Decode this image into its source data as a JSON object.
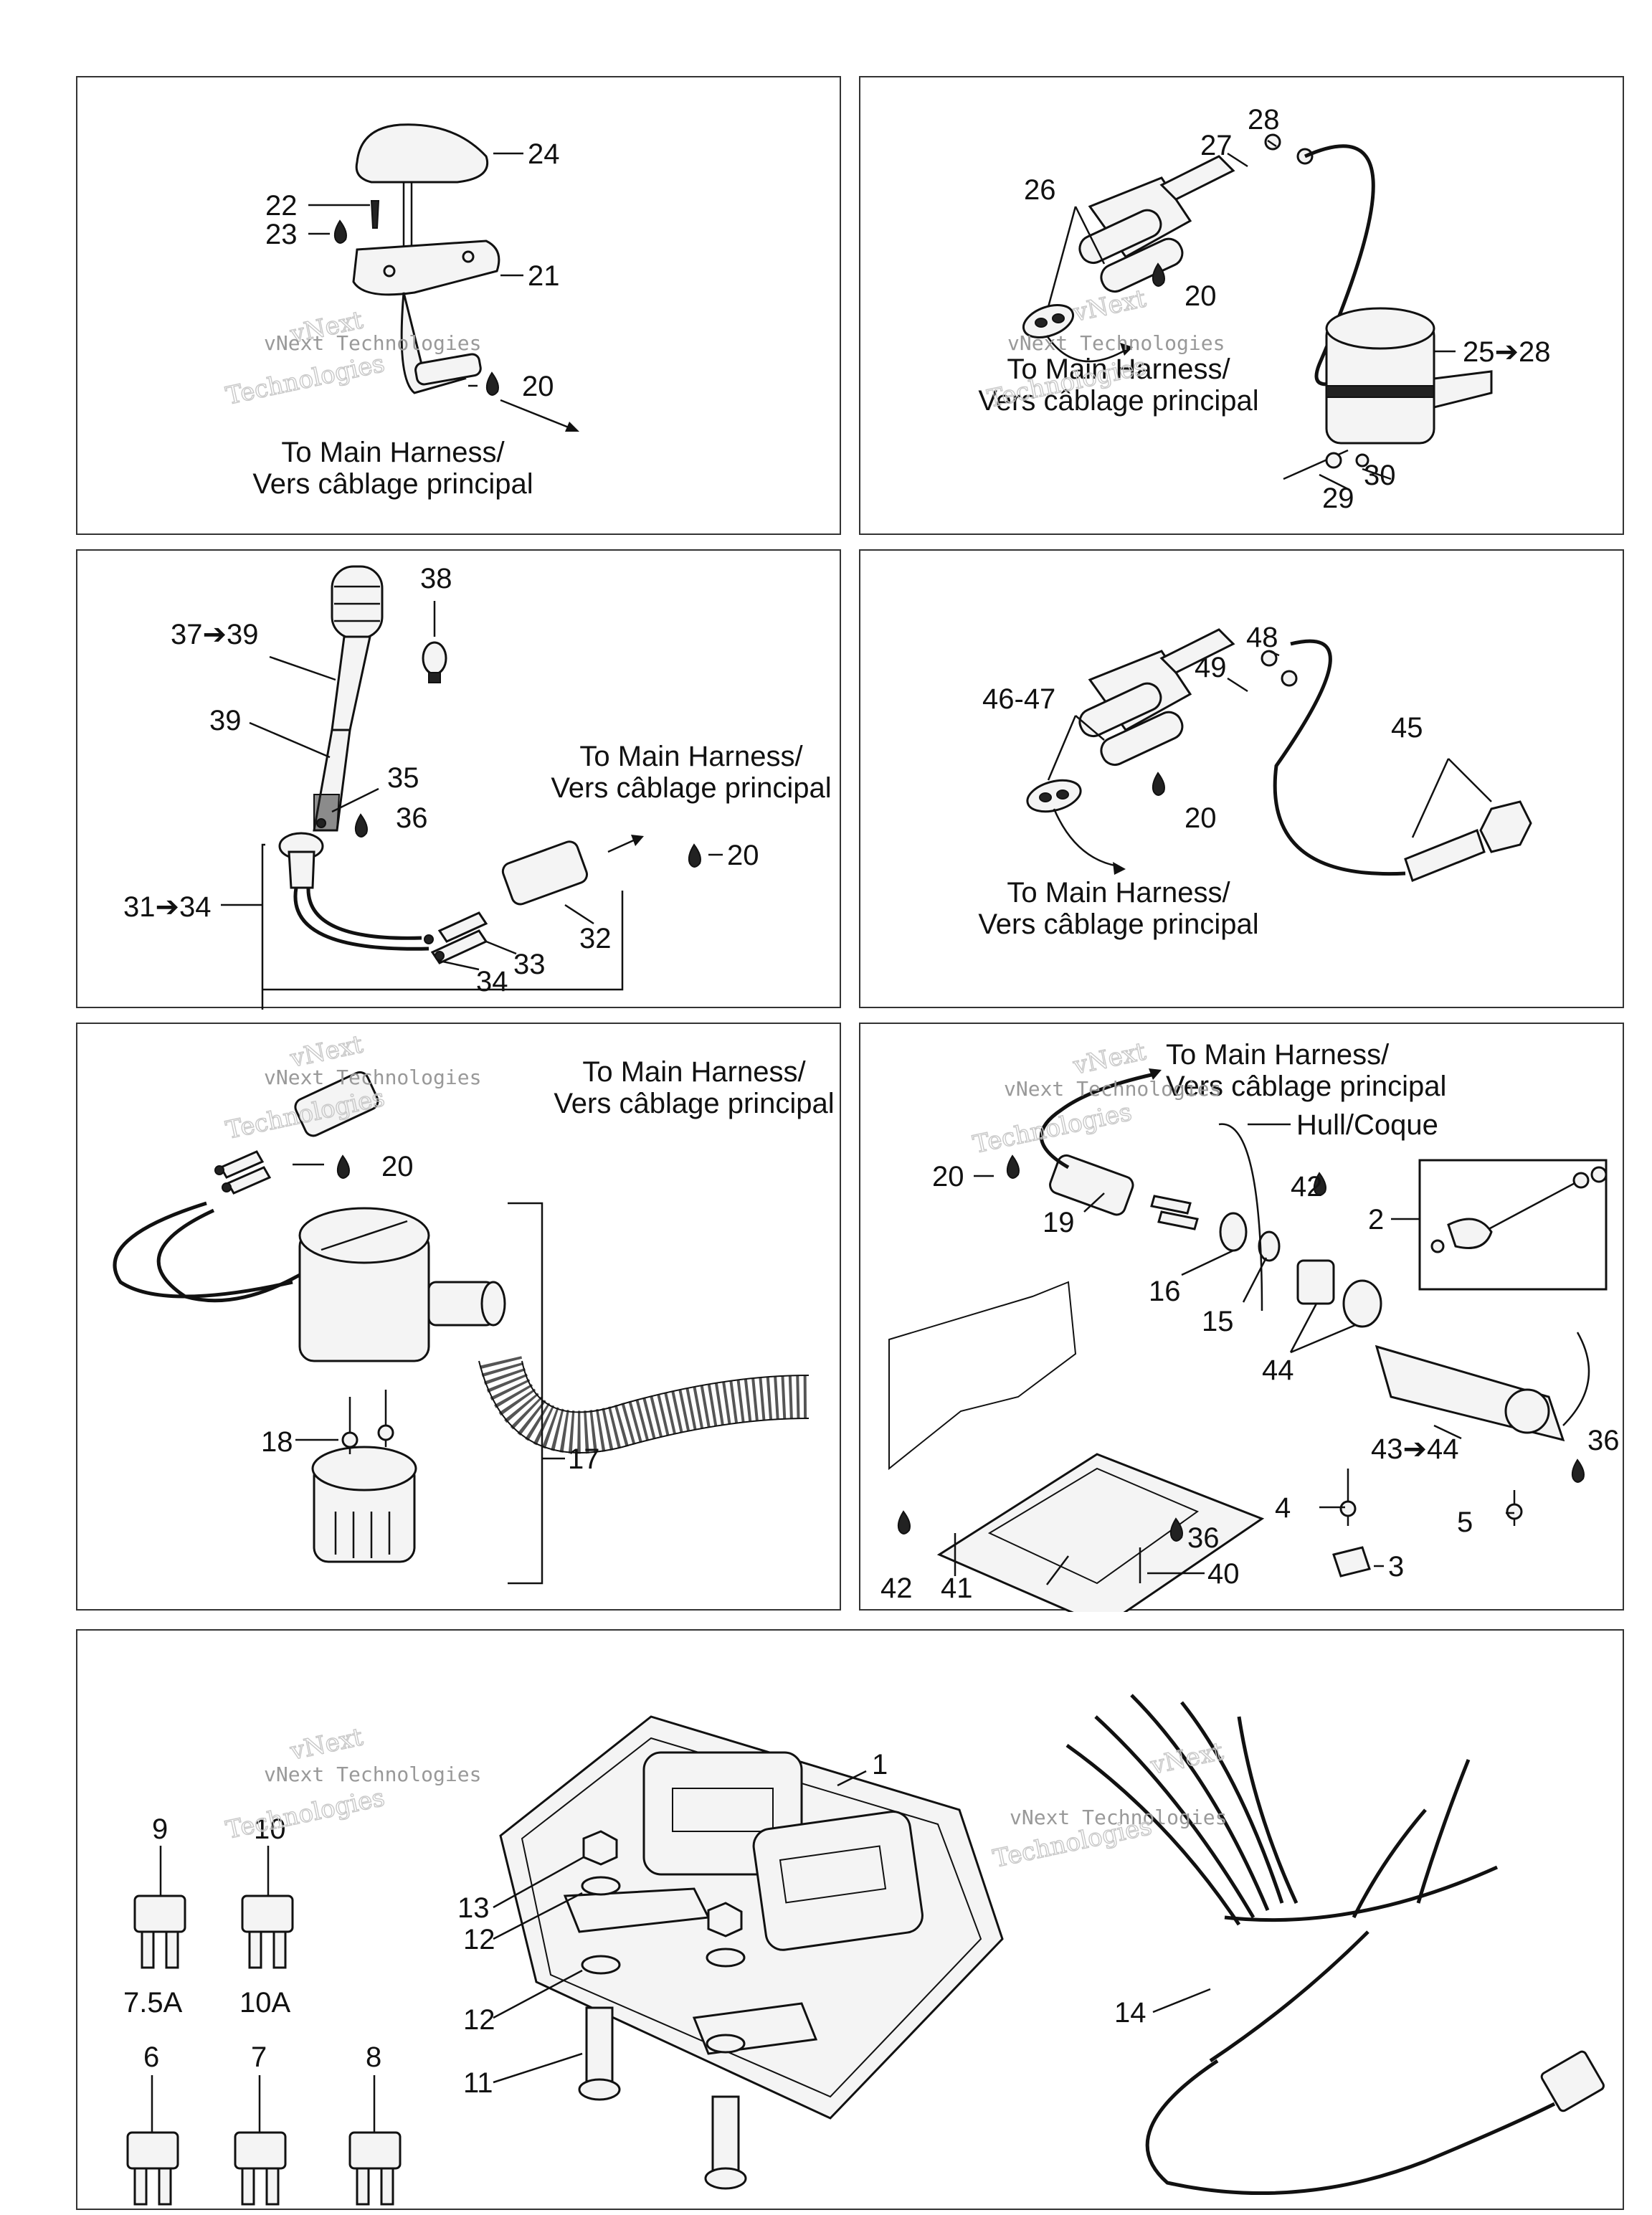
{
  "watermark": {
    "line1": "vNext",
    "line2": "vNext Technologies",
    "line3": "Technologies"
  },
  "captions": {
    "to_main_harness": "To Main Harness/",
    "vers_cablage": "Vers câblage principal",
    "hull_coque": "Hull/Coque"
  },
  "panel1": {
    "labels": [
      "24",
      "22",
      "23",
      "21",
      "20"
    ]
  },
  "panel2": {
    "labels": [
      "28",
      "27",
      "26",
      "20",
      "25➔28",
      "30",
      "29"
    ]
  },
  "panel3": {
    "labels": [
      "38",
      "37➔39",
      "39",
      "35",
      "36",
      "20",
      "31➔34",
      "32",
      "33",
      "34"
    ]
  },
  "panel4": {
    "labels": [
      "48",
      "49",
      "46-47",
      "45",
      "20"
    ]
  },
  "panel5": {
    "labels": [
      "20",
      "18",
      "17"
    ]
  },
  "panel6": {
    "labels": [
      "20",
      "42",
      "19",
      "2",
      "16",
      "15",
      "44",
      "43➔44",
      "36",
      "4",
      "5",
      "3",
      "36",
      "40",
      "41",
      "42"
    ]
  },
  "panel7": {
    "labels": [
      "1",
      "9",
      "10",
      "13",
      "12",
      "12",
      "11",
      "14",
      "6",
      "7",
      "8"
    ],
    "fuse_ratings": [
      "7.5A",
      "10A"
    ]
  },
  "icons": [
    "sealant-drop-icon",
    "fuse-icon",
    "bulb-icon",
    "arrow-icon"
  ]
}
